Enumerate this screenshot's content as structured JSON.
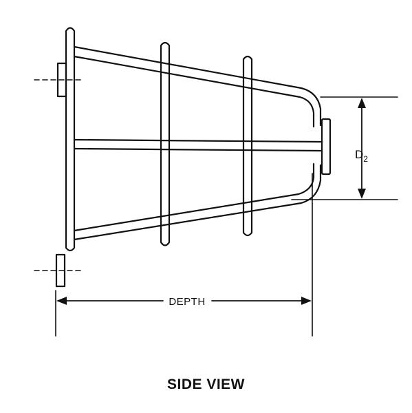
{
  "diagram": {
    "dimension_labels": {
      "depth": "DEPTH",
      "d2_main": "D",
      "d2_sub": "2"
    },
    "caption": "SIDE VIEW",
    "line_color": "#111111"
  }
}
